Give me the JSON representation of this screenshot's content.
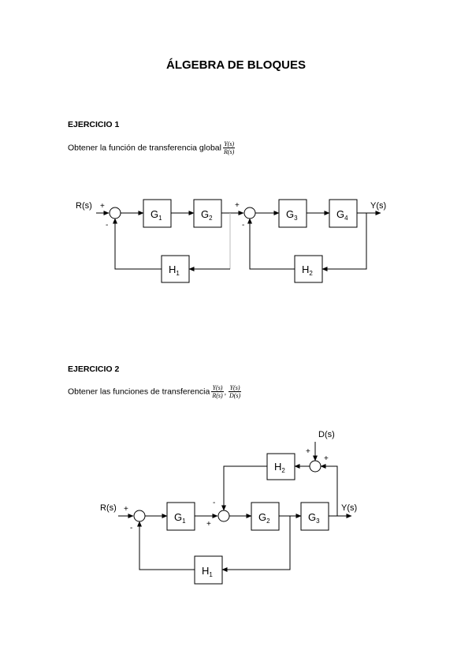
{
  "title": "ÁLGEBRA DE BLOQUES",
  "ex1": {
    "heading": "EJERCICIO 1",
    "instruction": "Obtener la función de transferencia global",
    "frac_num": "Y(s)",
    "frac_den": "R(s)",
    "signal_in": "R(s)",
    "signal_out": "Y(s)",
    "sign1_plus": "+",
    "sign1_minus": "-",
    "sign2_plus": "+",
    "sign2_minus": "-",
    "blocks": [
      {
        "letter": "G",
        "sub": "1"
      },
      {
        "letter": "G",
        "sub": "2"
      },
      {
        "letter": "G",
        "sub": "3"
      },
      {
        "letter": "G",
        "sub": "4"
      },
      {
        "letter": "H",
        "sub": "1"
      },
      {
        "letter": "H",
        "sub": "2"
      }
    ]
  },
  "ex2": {
    "heading": "EJERCICIO 2",
    "instruction": "Obtener las funciones de transferencia",
    "frac1_num": "Y(s)",
    "frac1_den": "R(s)",
    "separator": ",",
    "frac2_num": "Y(s)",
    "frac2_den": "D(s)",
    "signal_in": "R(s)",
    "signal_out": "Y(s)",
    "signal_dist": "D(s)",
    "sign_a_plus": "+",
    "sign_a_minus": "-",
    "sign_b_minus": "-",
    "sign_b_plus": "+",
    "sign_c_plus_top": "+",
    "sign_c_plus_right": "+",
    "blocks": [
      {
        "letter": "G",
        "sub": "1"
      },
      {
        "letter": "G",
        "sub": "2"
      },
      {
        "letter": "G",
        "sub": "3"
      },
      {
        "letter": "H",
        "sub": "1"
      },
      {
        "letter": "H",
        "sub": "2"
      }
    ]
  }
}
